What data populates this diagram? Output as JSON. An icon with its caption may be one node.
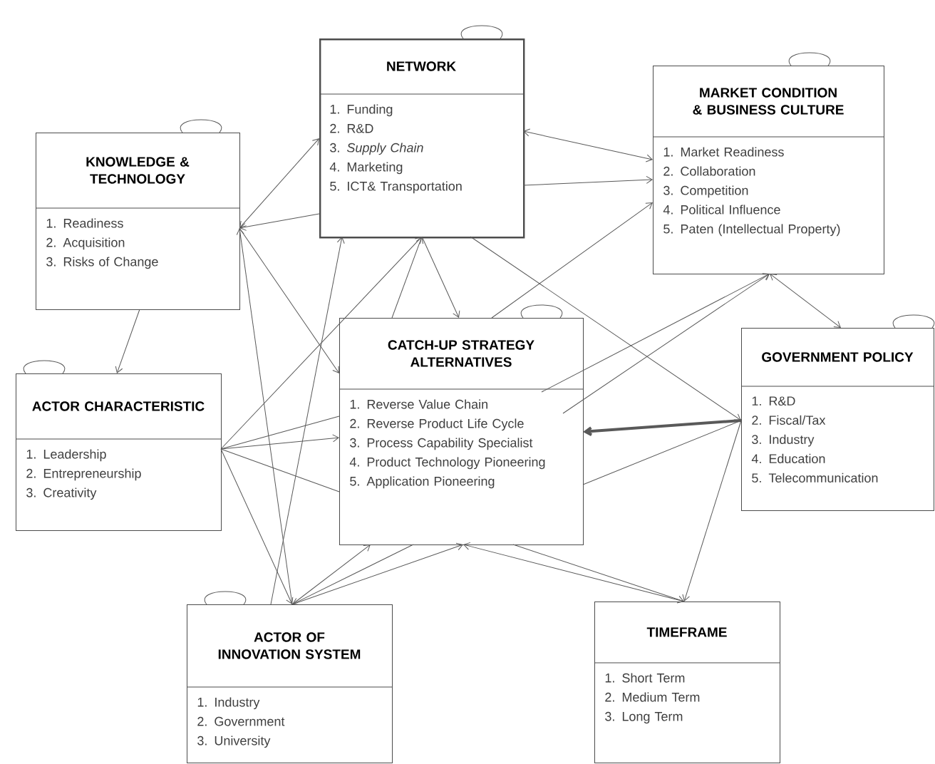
{
  "diagram": {
    "nodes": [
      {
        "text": [
          "KNOWLEDGE & TECHNOLOGY",
          "1. Readiness",
          "2. Acquisition",
          "3. Risks of Change"
        ]
      },
      {
        "text": [
          "NETWORK",
          "1. Funding",
          "2. R&D",
          "3. *Supply Chain*",
          "4. Marketing",
          "5. ICT& Transportation"
        ]
      },
      {
        "text": [
          "MARKET CONDITION & BUSINESS CULTURE",
          "1. Market Readiness",
          "2. Collaboration",
          "3. Competition",
          "4. Political Influence",
          "5. Paten (Intellectual Property)"
        ]
      },
      {
        "text": [
          "ACTOR CHARACTERISTIC",
          "1. Leadership",
          "2. Entrepreneurship",
          "3. Creativity"
        ]
      },
      {
        "text": [
          "CATCH-UP STRATEGY ALTERNATIVES",
          "1. Reverse Value Chain",
          "2. Reverse Product Life Cycle",
          "3. Process Capability Specialist",
          "4. Product Technology Pioneering",
          "5. Application Pioneering"
        ]
      },
      {
        "text": [
          "GOVERNMENT POLICY",
          "1. R&D",
          "2. Fiscal/Tax",
          "3. Industry",
          "4. Education",
          "5. Telecommunication"
        ]
      },
      {
        "text": [
          "ACTOR OF INNOVATION SYSTEM",
          "1. Industry",
          "2. Government",
          "3. University"
        ]
      },
      {
        "text": [
          "TIMEFRAME",
          "1. Short Term",
          "2. Medium Term",
          "3. Long Term"
        ]
      }
    ],
    "edges": [
      {
        "from": 0,
        "to": 1,
        "arrow": "both"
      },
      {
        "from": 1,
        "to": 0,
        "arrow": "to"
      },
      {
        "from": 1,
        "to": 2,
        "arrow": "both"
      },
      {
        "from": 1,
        "to": 2,
        "arrow": "to"
      },
      {
        "from": 0,
        "to": 3,
        "arrow": "to"
      },
      {
        "from": 4,
        "to": 1,
        "arrow": "to"
      },
      {
        "from": 1,
        "to": 4,
        "arrow": "to"
      },
      {
        "from": 6,
        "to": 1,
        "arrow": "to"
      },
      {
        "from": 3,
        "to": 1,
        "arrow": "to"
      },
      {
        "from": 6,
        "to": 0,
        "arrow": "to"
      },
      {
        "from": 0,
        "to": 4,
        "arrow": "to"
      },
      {
        "from": 1,
        "to": 5,
        "arrow": "to"
      },
      {
        "from": 3,
        "to": 4,
        "arrow": "to"
      },
      {
        "from": 3,
        "to": 4,
        "arrow": "none"
      },
      {
        "from": 4,
        "to": 3,
        "arrow": "none"
      },
      {
        "from": 4,
        "to": 2,
        "arrow": "to"
      },
      {
        "from": 3,
        "to": 6,
        "arrow": "to"
      },
      {
        "from": 4,
        "to": 2,
        "arrow": "to"
      },
      {
        "from": 4,
        "to": 2,
        "arrow": "to"
      },
      {
        "from": 2,
        "to": 5,
        "arrow": "both"
      },
      {
        "from": 5,
        "to": 4,
        "arrow": "to",
        "style": "thick"
      },
      {
        "from": 4,
        "to": 5,
        "arrow": "none"
      },
      {
        "from": 5,
        "to": 7,
        "arrow": "to"
      },
      {
        "from": 4,
        "to": 7,
        "arrow": "to"
      },
      {
        "from": 7,
        "to": 4,
        "arrow": "to"
      },
      {
        "from": 4,
        "to": 6,
        "arrow": "to"
      },
      {
        "from": 6,
        "to": 4,
        "arrow": "to"
      },
      {
        "from": 6,
        "to": 4,
        "arrow": "to"
      },
      {
        "from": 0,
        "to": 0,
        "arrow": "none"
      },
      {
        "from": 1,
        "to": 1,
        "arrow": "none"
      },
      {
        "from": 2,
        "to": 2,
        "arrow": "none"
      },
      {
        "from": 3,
        "to": 3,
        "arrow": "none"
      },
      {
        "from": 4,
        "to": 4,
        "arrow": "none"
      },
      {
        "from": 5,
        "to": 5,
        "arrow": "none"
      },
      {
        "from": 6,
        "to": 6,
        "arrow": "none"
      }
    ]
  }
}
